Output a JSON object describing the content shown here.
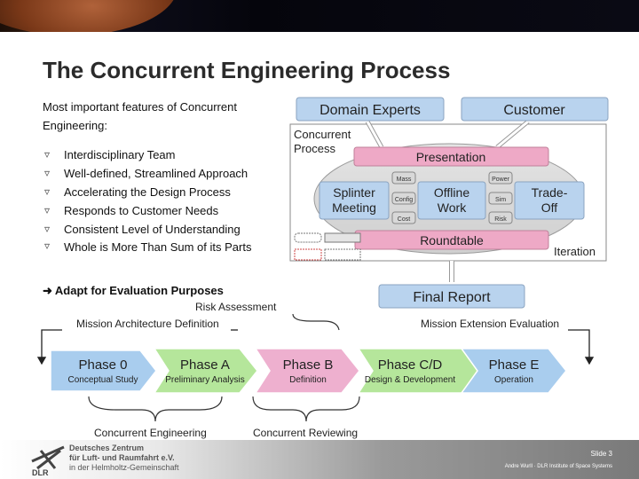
{
  "title": "The Concurrent Engineering Process",
  "intro": "Most important features of Concurrent Engineering:",
  "features": [
    "Interdisciplinary Team",
    "Well-defined, Streamlined Approach",
    "Accelerating the Design Process",
    "Responds to Customer Needs",
    "Consistent Level of Understanding",
    "Whole is More Than Sum of its Parts"
  ],
  "adapt": "Adapt for Evaluation Purposes",
  "diagram": {
    "domain_experts": "Domain Experts",
    "customer": "Customer",
    "cp_line1": "Concurrent",
    "cp_line2": "Process",
    "presentation": "Presentation",
    "splinter1": "Splinter",
    "splinter2": "Meeting",
    "offline1": "Offline",
    "offline2": "Work",
    "tradeoff1": "Trade-",
    "tradeoff2": "Off",
    "roundtable": "Roundtable",
    "iteration": "Iteration",
    "final_report": "Final Report",
    "small_left": [
      "Mass",
      "Config",
      "Cost"
    ],
    "small_right": [
      "Power",
      "Sim",
      "Risk"
    ]
  },
  "phases": [
    {
      "name": "Phase 0",
      "desc": "Conceptual Study"
    },
    {
      "name": "Phase A",
      "desc": "Preliminary Analysis"
    },
    {
      "name": "Phase B",
      "desc": "Definition"
    },
    {
      "name": "Phase C/D",
      "desc": "Design & Development"
    },
    {
      "name": "Phase E",
      "desc": "Operation"
    }
  ],
  "labels": {
    "risk_assessment": "Risk Assessment",
    "mission_arch": "Mission Architecture Definition",
    "mission_ext": "Mission Extension Evaluation",
    "concurrent_eng": "Concurrent Engineering",
    "concurrent_rev": "Concurrent Reviewing"
  },
  "footer": {
    "org_line1": "Deutsches Zentrum",
    "org_line2": "für Luft- und Raumfahrt e.V.",
    "org_line3": "in der Helmholtz-Gemeinschaft",
    "logo": "DLR",
    "slide": "Slide 3",
    "author": "Andre Wurll · DLR Institute of Space Systems"
  },
  "colors": {
    "blue_box": "#b9d3ee",
    "pink_box": "#eea9c6",
    "ellipse": "#d9d9d9",
    "phase_blue": "#a9cdee",
    "phase_green": "#b5e69b",
    "phase_pink": "#eeb0cf"
  }
}
